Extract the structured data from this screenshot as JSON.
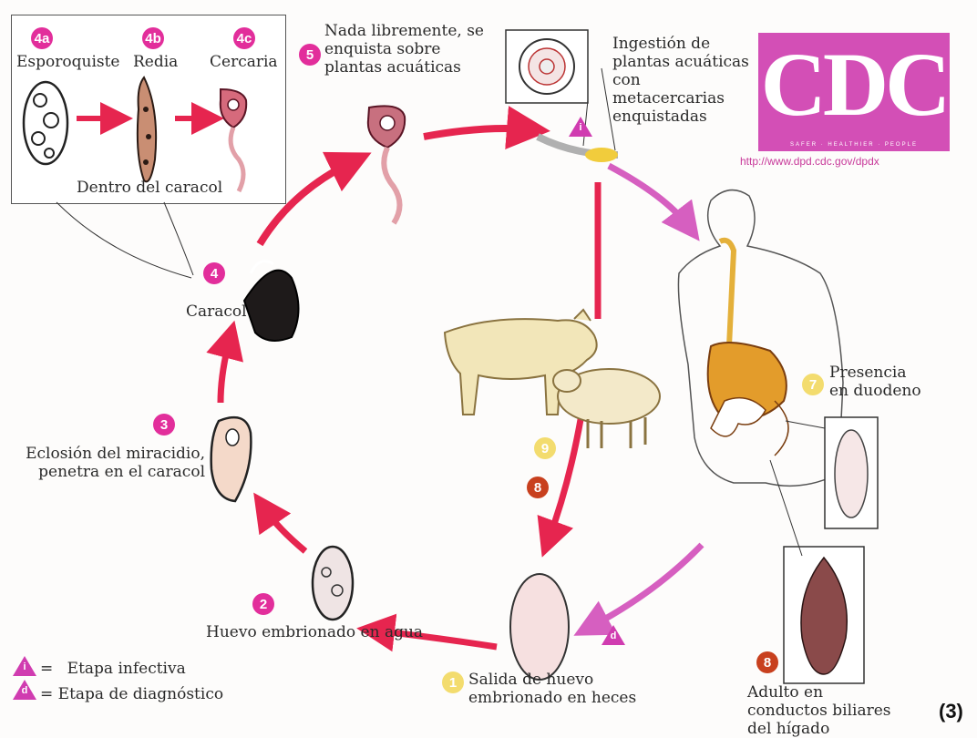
{
  "stages": {
    "s4a": {
      "badge": "4a",
      "label": "Esporoquiste"
    },
    "s4b": {
      "badge": "4b",
      "label": "Redia"
    },
    "s4c": {
      "badge": "4c",
      "label": "Cercaria"
    },
    "inside_snail": "Dentro del caracol",
    "s5": {
      "badge": "5",
      "label": "Nada libremente, se enquista sobre plantas acuáticas"
    },
    "ingestion": {
      "badge": "i",
      "label": "Ingestión de plantas acuáticas con metacercarias enquistadas"
    },
    "s4": {
      "badge": "4",
      "label": "Caracol"
    },
    "s3": {
      "badge": "3",
      "label": "Eclosión del miracidio, penetra en el caracol"
    },
    "s2": {
      "badge": "2",
      "label": "Huevo embrionado en agua"
    },
    "s1": {
      "badge": "1",
      "label": "Salida de huevo embrionado en heces"
    },
    "s7": {
      "badge": "7",
      "label": "Presencia en duodeno"
    },
    "s8a": {
      "badge": "8"
    },
    "s8b": {
      "badge": "8",
      "label": "Adulto en conductos biliares del hígado"
    },
    "s9": {
      "badge": "9"
    },
    "d_marker": {
      "badge": "d"
    }
  },
  "legend": {
    "infective": {
      "badge": "i",
      "label": "Etapa infectiva"
    },
    "diagnostic": {
      "badge": "d",
      "label": "Etapa de diagnóstico"
    }
  },
  "logo": {
    "text": "CDC",
    "tagline": "SAFER · HEALTHIER · PEOPLE",
    "url": "http://www.dpd.cdc.gov/dpdx"
  },
  "figure_number": "(3)",
  "colors": {
    "cycle_arrow": "#e6254f",
    "human_arrow": "#d65fc0",
    "badge_pink": "#e22e9b",
    "badge_orange": "#c8401e",
    "logo_bg": "#d34fb6"
  }
}
